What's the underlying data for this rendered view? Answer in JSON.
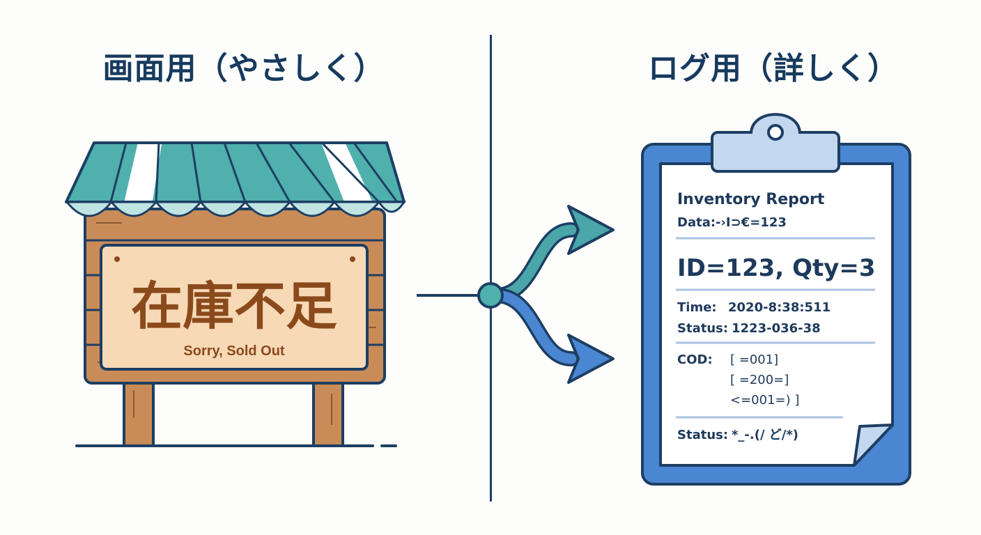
{
  "left": {
    "heading": "画面用（やさしく）",
    "sign_title": "在庫不足",
    "sign_subtitle": "Sorry, Sold Out"
  },
  "right": {
    "heading": "ログ用（詳しく）",
    "report": {
      "title": "Inventory Report",
      "data_line": "Data:-›I⊃€=123",
      "main_line": "ID=123, Qty=3",
      "time_label": "Time:",
      "time_value": "2020-8:38:511",
      "status_label": "Status:",
      "status_value": "1223-036-38",
      "cod_label": "COD:",
      "cod_values": [
        "[ =001]",
        "[ =200=]",
        "<=001=) ]"
      ],
      "status2_label": "Status:",
      "status2_value": "*_-.(/ ど/*)"
    }
  },
  "colors": {
    "navy": "#173a5e",
    "awning_teal": "#4fb0ad",
    "wood": "#c98c58",
    "sign_panel": "#f7d9b6",
    "sign_text": "#8b4a1c",
    "clipboard_blue": "#4a86d1",
    "arrow_teal": "#4aa6a8",
    "arrow_blue": "#4a86d1"
  },
  "icons": [
    "shop-awning-icon",
    "sign-board-icon",
    "branch-arrow-icon",
    "clipboard-icon"
  ]
}
